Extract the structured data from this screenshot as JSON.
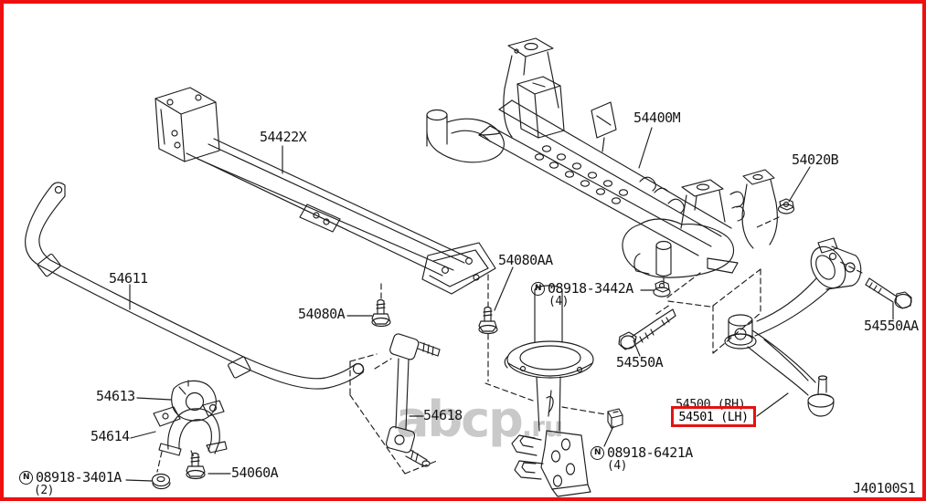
{
  "colors": {
    "frame": "#ee1010",
    "highlight": "#e31212",
    "ink": "#1d1d1d",
    "watermark": "#c9c9c9"
  },
  "watermark": {
    "main": "abcp",
    "suffix": ".ru"
  },
  "nut_prefix": "N",
  "diagram_code": "J40100S1",
  "parts": {
    "p54422x": "54422X",
    "p54400m": "54400M",
    "p54020b": "54020B",
    "p54611": "54611",
    "p54080a": "54080A",
    "p54080aa": "54080AA",
    "n08918_3442a": "08918-3442A",
    "n08918_3442a_qty": "(4)",
    "p54550a": "54550A",
    "p54613": "54613",
    "p54618": "54618",
    "p54614": "54614",
    "p54060a": "54060A",
    "n08918_3401a": "08918-3401A",
    "n08918_3401a_qty": "(2)",
    "n08918_6421a": "08918-6421A",
    "n08918_6421a_qty": "(4)",
    "p54500_rh": "54500 (RH)",
    "p54501_lh": "54501 (LH)",
    "p54550aa": "54550AA"
  }
}
